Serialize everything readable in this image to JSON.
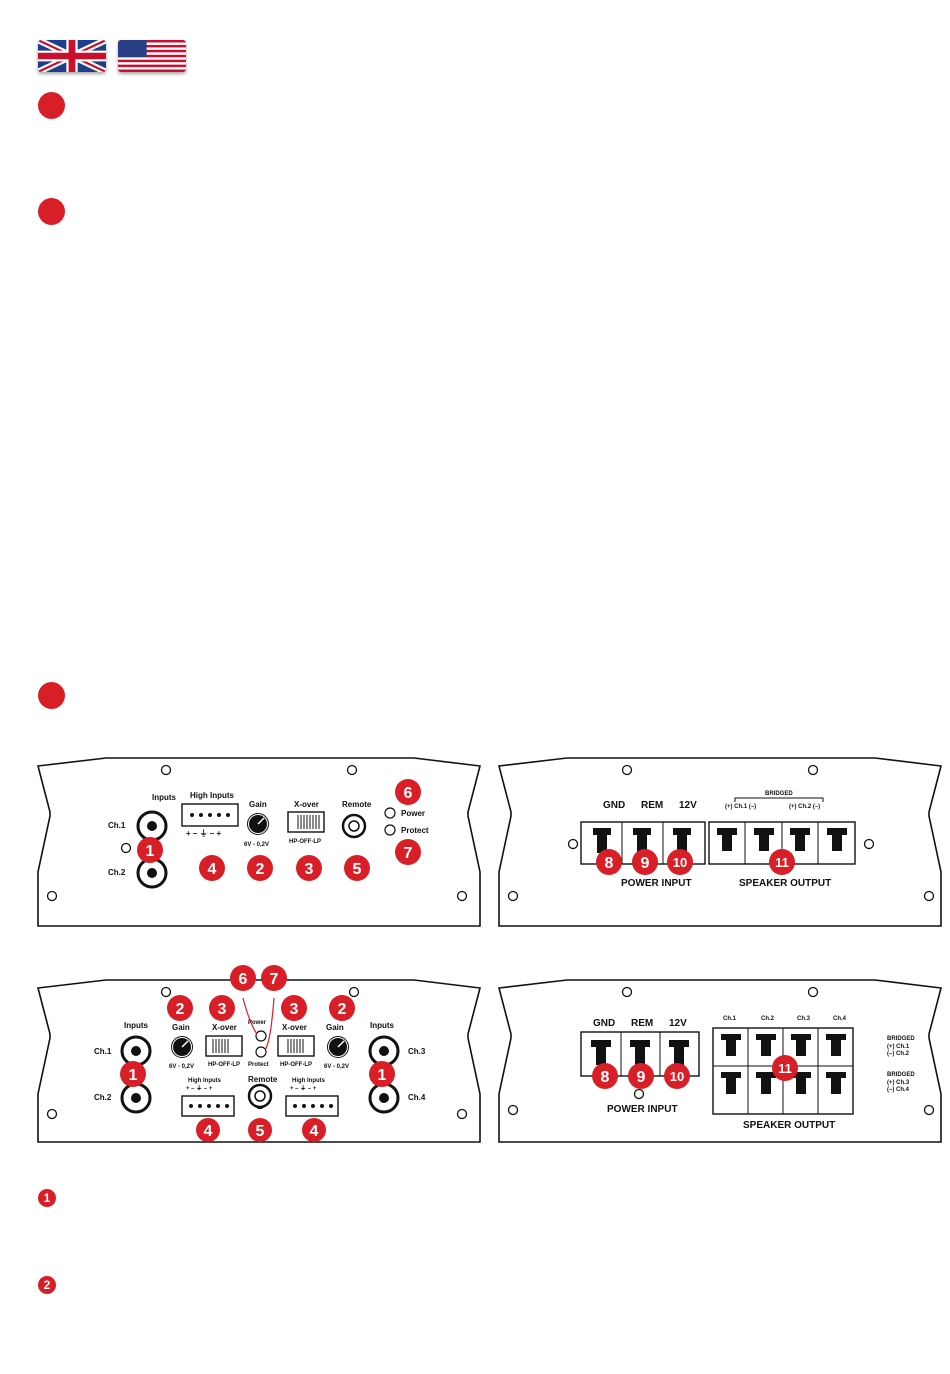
{
  "colors": {
    "accent": "#d81e27",
    "line": "#111111"
  },
  "flags": [
    "uk-flag",
    "us-flag"
  ],
  "amp2": {
    "front": {
      "inputs": "Inputs",
      "ch1": "Ch.1",
      "ch2": "Ch.2",
      "high_inputs": "High Inputs",
      "high_polarity": "+ – ⏚ – +",
      "gain": "Gain",
      "gain_range": "6V - 0,2V",
      "xover": "X-over",
      "xover_modes": "HP-OFF-LP",
      "remote": "Remote",
      "power": "Power",
      "protect": "Protect",
      "markers": {
        "inputs": "1",
        "gain": "2",
        "xover": "3",
        "high": "4",
        "remote": "5",
        "power": "6",
        "protect": "7"
      }
    },
    "rear": {
      "gnd": "GND",
      "rem": "REM",
      "v12": "12V",
      "bridged": "BRIDGED",
      "ch1_label": "(+) Ch.1 (–)",
      "ch2_label": "(+) Ch.2 (–)",
      "power_input": "POWER INPUT",
      "speaker_output": "SPEAKER OUTPUT",
      "markers": {
        "gnd": "8",
        "rem": "9",
        "v12": "10",
        "speaker": "11"
      }
    }
  },
  "amp4": {
    "front": {
      "inputs": "Inputs",
      "ch1": "Ch.1",
      "ch2": "Ch.2",
      "ch3": "Ch.3",
      "ch4": "Ch.4",
      "gain": "Gain",
      "gain_range": "6V - 0,2V",
      "xover": "X-over",
      "xover_modes": "HP-OFF-LP",
      "power": "Power",
      "protect": "Protect",
      "high_inputs": "High Inputs",
      "high_polarity": "+ – ⏚ – +",
      "remote": "Remote",
      "markers": {
        "inputs": "1",
        "gain": "2",
        "xover": "3",
        "high": "4",
        "remote": "5",
        "power": "6",
        "protect": "7"
      }
    },
    "rear": {
      "gnd": "GND",
      "rem": "REM",
      "v12": "12V",
      "ch1": "Ch.1",
      "ch2": "Ch.2",
      "ch3": "Ch.3",
      "ch4": "Ch.4",
      "bridged": "BRIDGED",
      "bridged_ch12": "(+) Ch.1\n(–) Ch.2",
      "bridged_ch34": "(+) Ch.3\n(–) Ch.4",
      "bridged_ch1": "(+) Ch.1",
      "bridged_ch2": "(–) Ch.2",
      "bridged_ch3": "(+) Ch.3",
      "bridged_ch4": "(–) Ch.4",
      "power_input": "POWER INPUT",
      "speaker_output": "SPEAKER OUTPUT",
      "markers": {
        "gnd": "8",
        "rem": "9",
        "v12": "10",
        "speaker": "11"
      }
    }
  },
  "legend": [
    "1",
    "2"
  ]
}
